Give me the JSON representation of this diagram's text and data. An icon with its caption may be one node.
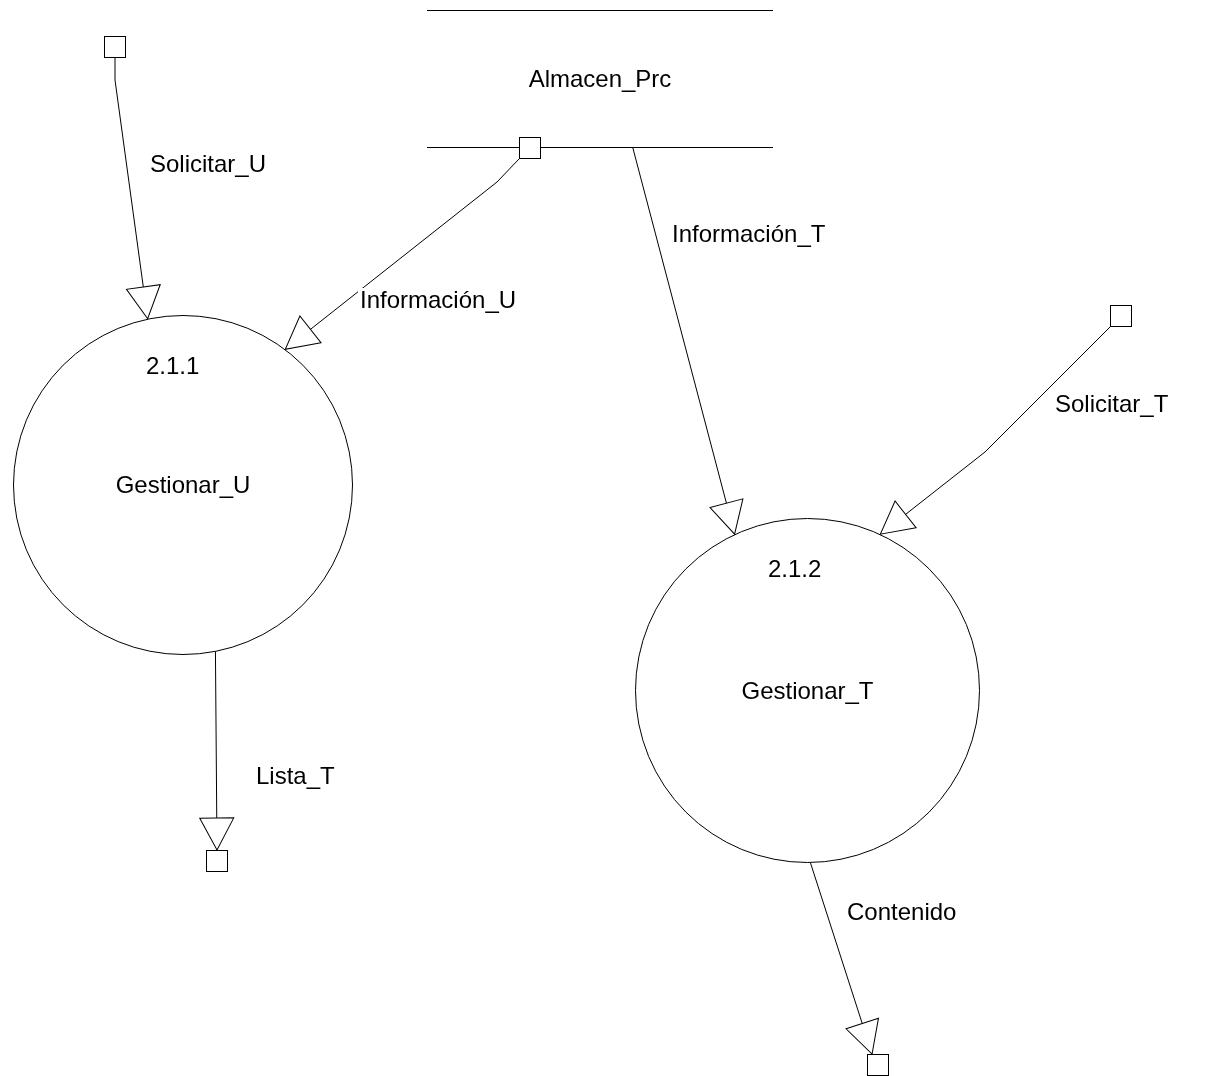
{
  "diagram": {
    "nodes": [
      {
        "text": [
          "Almacen_Prc"
        ]
      },
      {
        "text": [
          "2.1.1",
          "Gestionar_U"
        ]
      },
      {
        "text": [
          "2.1.2",
          "Gestionar_T"
        ]
      },
      {
        "text": [],
        "shape": "box"
      },
      {
        "text": [],
        "shape": "box"
      },
      {
        "text": [],
        "shape": "box"
      },
      {
        "text": [],
        "shape": "box"
      },
      {
        "text": [],
        "shape": "box"
      }
    ],
    "edges": [
      {
        "from": 3,
        "to": 1,
        "arrow": "to",
        "label": "Solicitar_U"
      },
      {
        "from": 4,
        "to": 1,
        "arrow": "to",
        "label": "Información_U"
      },
      {
        "from": 0,
        "to": 2,
        "arrow": "to",
        "label": "Información_T"
      },
      {
        "from": 5,
        "to": 2,
        "arrow": "to",
        "label": "Solicitar_T"
      },
      {
        "from": 1,
        "to": 6,
        "arrow": "to",
        "label": "Lista_T"
      },
      {
        "from": 2,
        "to": 7,
        "arrow": "to",
        "label": "Contenido"
      }
    ]
  }
}
